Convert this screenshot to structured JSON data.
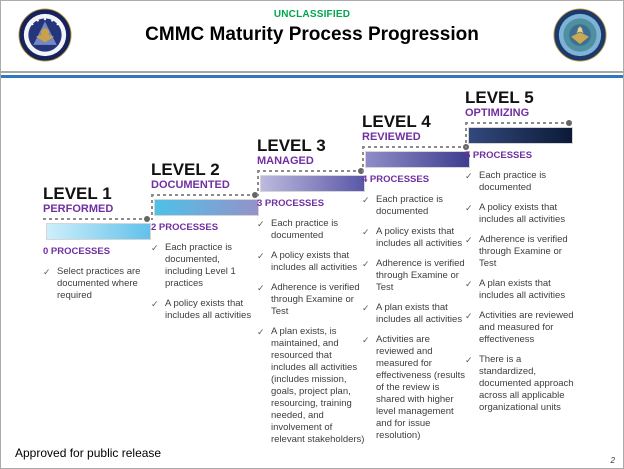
{
  "header": {
    "classification": "UNCLASSIFIED",
    "title": "CMMC Maturity Process Progression",
    "left_seal": "cmmc-accreditation-body-seal",
    "right_seal": "department-of-defense-seal"
  },
  "footer": {
    "approval": "Approved for public release",
    "page_number": "2"
  },
  "icons": {
    "checkmark": "✓"
  },
  "colors": {
    "classification_green": "#00a651",
    "heading_purple": "#7030a0",
    "separator_gray": "#a6a6a6",
    "separator_blue": "#2e79be",
    "dashed_line_gray": "#8c8c8c",
    "bullet_text": "#3d3d3d"
  },
  "levels": [
    {
      "name": "LEVEL 1",
      "maturity": "PERFORMED",
      "processes": "0 PROCESSES",
      "bar_colors": [
        "#cdeffb",
        "#62c1ea"
      ],
      "bullets": [
        "Select practices are documented where required"
      ]
    },
    {
      "name": "LEVEL 2",
      "maturity": "DOCUMENTED",
      "processes": "2 PROCESSES",
      "bar_colors": [
        "#4ec1e8",
        "#9492ca"
      ],
      "bullets": [
        "Each practice is documented, including Level 1 practices",
        "A policy exists that includes all activities"
      ]
    },
    {
      "name": "LEVEL 3",
      "maturity": "MANAGED",
      "processes": "3 PROCESSES",
      "bar_colors": [
        "#bcbadd",
        "#5a57a8"
      ],
      "bullets": [
        "Each practice is documented",
        "A policy exists that includes all activities",
        "Adherence is verified through Examine or Test",
        "A plan exists, is maintained, and resourced that includes all activities (includes mission, goals, project plan, resourcing, training needed, and involvement of relevant stakeholders)"
      ]
    },
    {
      "name": "LEVEL 4",
      "maturity": "REVIEWED",
      "processes": "4 PROCESSES",
      "bar_colors": [
        "#8f8dc7",
        "#3e3d8f"
      ],
      "bullets": [
        "Each practice is documented",
        "A policy exists that includes all activities",
        "Adherence is verified through Examine or Test",
        "A plan exists that includes all activities",
        "Activities are reviewed and measured for effectiveness (results of the review is shared with higher level management and for issue resolution)"
      ]
    },
    {
      "name": "LEVEL 5",
      "maturity": "OPTIMIZING",
      "processes": "5 PROCESSES",
      "bar_colors": [
        "#33497c",
        "#0b1a37"
      ],
      "bullets": [
        "Each practice is documented",
        "A policy exists that includes all activities",
        "Adherence is verified through Examine or Test",
        "A plan exists that includes all activities",
        "Activities are reviewed and measured for effectiveness",
        "There is a standardized, documented approach across all applicable organizational units"
      ]
    }
  ]
}
